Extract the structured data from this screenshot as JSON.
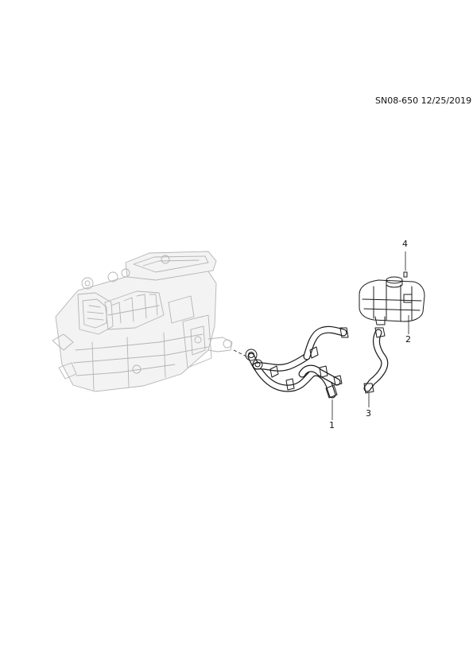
{
  "header": {
    "doc_code": "SN08-650 12/25/2019"
  },
  "callouts": [
    {
      "id": "1",
      "label": "1"
    },
    {
      "id": "2",
      "label": "2"
    },
    {
      "id": "3",
      "label": "3"
    },
    {
      "id": "4",
      "label": "4"
    }
  ],
  "colors": {
    "line": "#1a1a1a",
    "context_gray": "#b4b4b4",
    "background": "#ffffff"
  }
}
